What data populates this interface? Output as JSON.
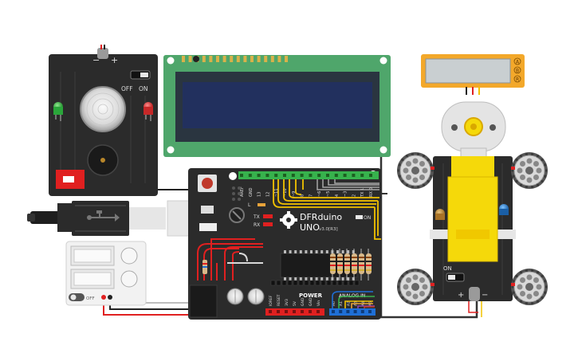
{
  "board": {
    "brand": "DFRduino",
    "model": "UNO",
    "version": "v3.0[R3]",
    "on_label": "ON",
    "tx_label": "TX",
    "rx_label": "RX",
    "l_label": "L",
    "power_label": "POWER",
    "analog_label": "ANALOG IN",
    "top_header_labels": [
      "AREF",
      "GND",
      "13",
      "12",
      "~11",
      "~10",
      "~9",
      "8",
      "7",
      "~6",
      "~5",
      "4",
      "~3",
      "2",
      "TX 1",
      "RX 0"
    ],
    "power_header_labels": [
      "IOREF",
      "RESET",
      "3V3",
      "5V",
      "GND",
      "GND",
      "Vin"
    ],
    "analog_header_labels": [
      "A0",
      "A1",
      "A2",
      "A3",
      "A4",
      "A5"
    ]
  },
  "sensor_module": {
    "minus_label": "−",
    "plus_label": "+",
    "off_label": "OFF",
    "on_label": "ON"
  },
  "car_module": {
    "on_label": "ON",
    "plus_label": "+",
    "minus_label": "−"
  },
  "battery_pack": {
    "switch_label": "OFF"
  },
  "display_module": {
    "buttons": [
      "A",
      "B",
      "R"
    ]
  },
  "colors": {
    "pcb_dark": "#2b2b2b",
    "lcd_green": "#4fa66b",
    "lcd_screen": "#1f2d5a",
    "header_green": "#37b24d",
    "wire_red": "#e02020",
    "wire_black": "#222222",
    "wire_yellow": "#f2c200",
    "motor_yellow": "#f5d90a",
    "display_orange": "#f3a82a"
  }
}
